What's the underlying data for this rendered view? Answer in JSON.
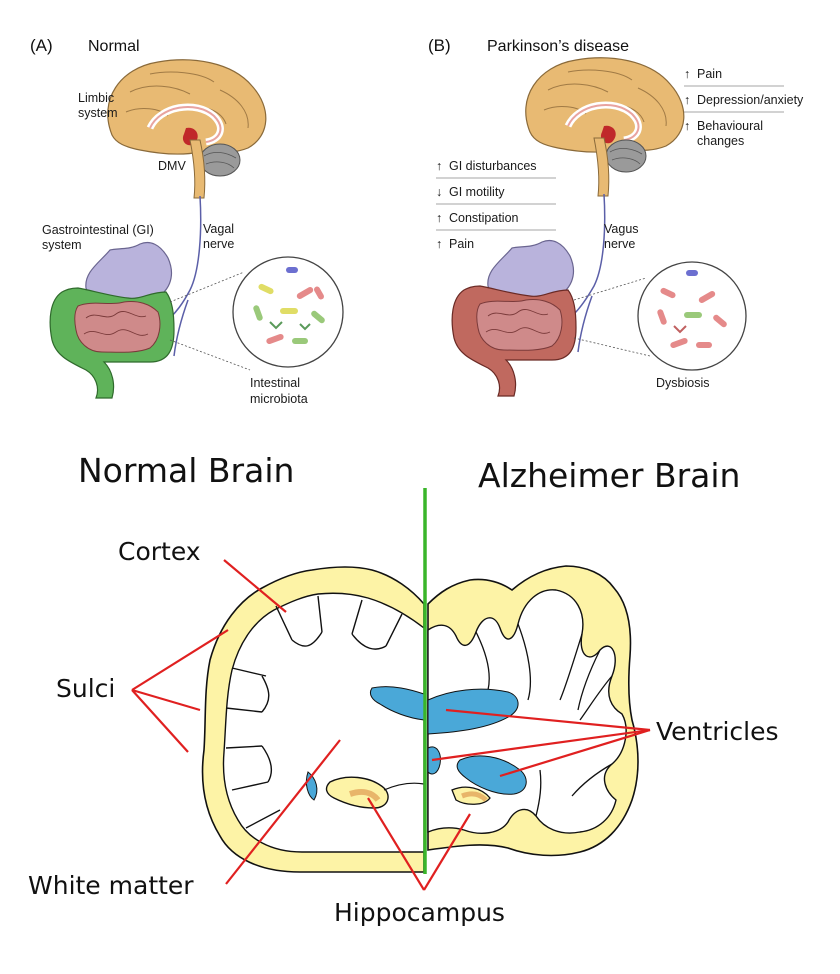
{
  "top": {
    "panel_a": {
      "tag": "(A)",
      "title": "Normal",
      "labels": {
        "limbic_1": "Limbic",
        "limbic_2": "system",
        "dmv": "DMV",
        "gi_1": "Gastrointestinal (GI)",
        "gi_2": "system",
        "nerve_1": "Vagal",
        "nerve_2": "nerve",
        "micro_1": "Intestinal",
        "micro_2": "microbiota"
      }
    },
    "panel_b": {
      "tag": "(B)",
      "title": "Parkinson’s disease",
      "symptoms_right": [
        {
          "arrow": "↑",
          "text": "Pain"
        },
        {
          "arrow": "↑",
          "text": "Depression/anxiety"
        },
        {
          "arrow": "↑",
          "text": "Behavioural"
        }
      ],
      "symptoms_right_cont": "changes",
      "symptoms_left": [
        {
          "arrow": "↑",
          "text": "GI disturbances"
        },
        {
          "arrow": "↓",
          "text": "GI motility"
        },
        {
          "arrow": "↑",
          "text": "Constipation"
        },
        {
          "arrow": "↑",
          "text": "Pain"
        }
      ],
      "labels": {
        "nerve_1": "Vagus",
        "nerve_2": "nerve",
        "dysbiosis": "Dysbiosis"
      }
    }
  },
  "bottom": {
    "heading_left": "Normal Brain",
    "heading_right": "Alzheimer Brain",
    "labels": {
      "cortex": "Cortex",
      "sulci": "Sulci",
      "white_matter": "White matter",
      "hippocampus": "Hippocampus",
      "ventricles": "Ventricles"
    }
  },
  "colors": {
    "brain": "#e8ba73",
    "stomach": "#b9b3dc",
    "colon_normal": "#5fb35a",
    "colon_pd": "#c0695f",
    "intestine": "#cf8a8a",
    "cortex_fill": "#fdf3a6",
    "ventricle": "#4aa8d8",
    "pointer": "#e02020",
    "divider": "#3ab52a",
    "nerve": "#5b5fa8"
  }
}
